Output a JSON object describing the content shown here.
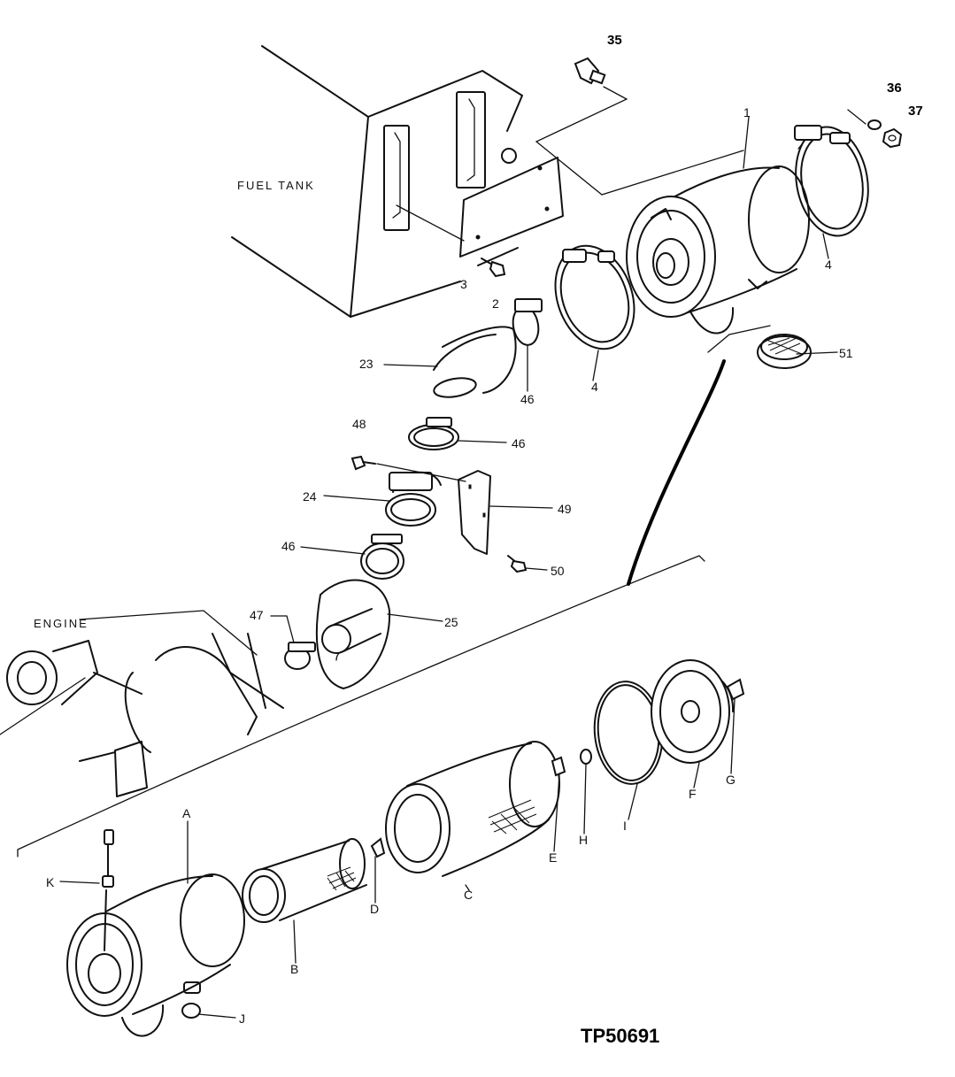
{
  "figure_id": "TP50691",
  "labels": {
    "fuel_tank": "FUEL TANK",
    "engine": "ENGINE",
    "p35": "35",
    "p36": "36",
    "p37": "37",
    "p1": "1",
    "p4a": "4",
    "p4b": "4",
    "p3": "3",
    "p2": "2",
    "p23": "23",
    "p46a": "46",
    "p46b": "46",
    "p46c": "46",
    "p51": "51",
    "p48": "48",
    "p24": "24",
    "p49": "49",
    "p50": "50",
    "p47": "47",
    "p25": "25",
    "pA": "A",
    "pB": "B",
    "pC": "C",
    "pD": "D",
    "pE": "E",
    "pF": "F",
    "pG": "G",
    "pH": "H",
    "pI": "I",
    "pJ": "J",
    "pK": "K"
  }
}
